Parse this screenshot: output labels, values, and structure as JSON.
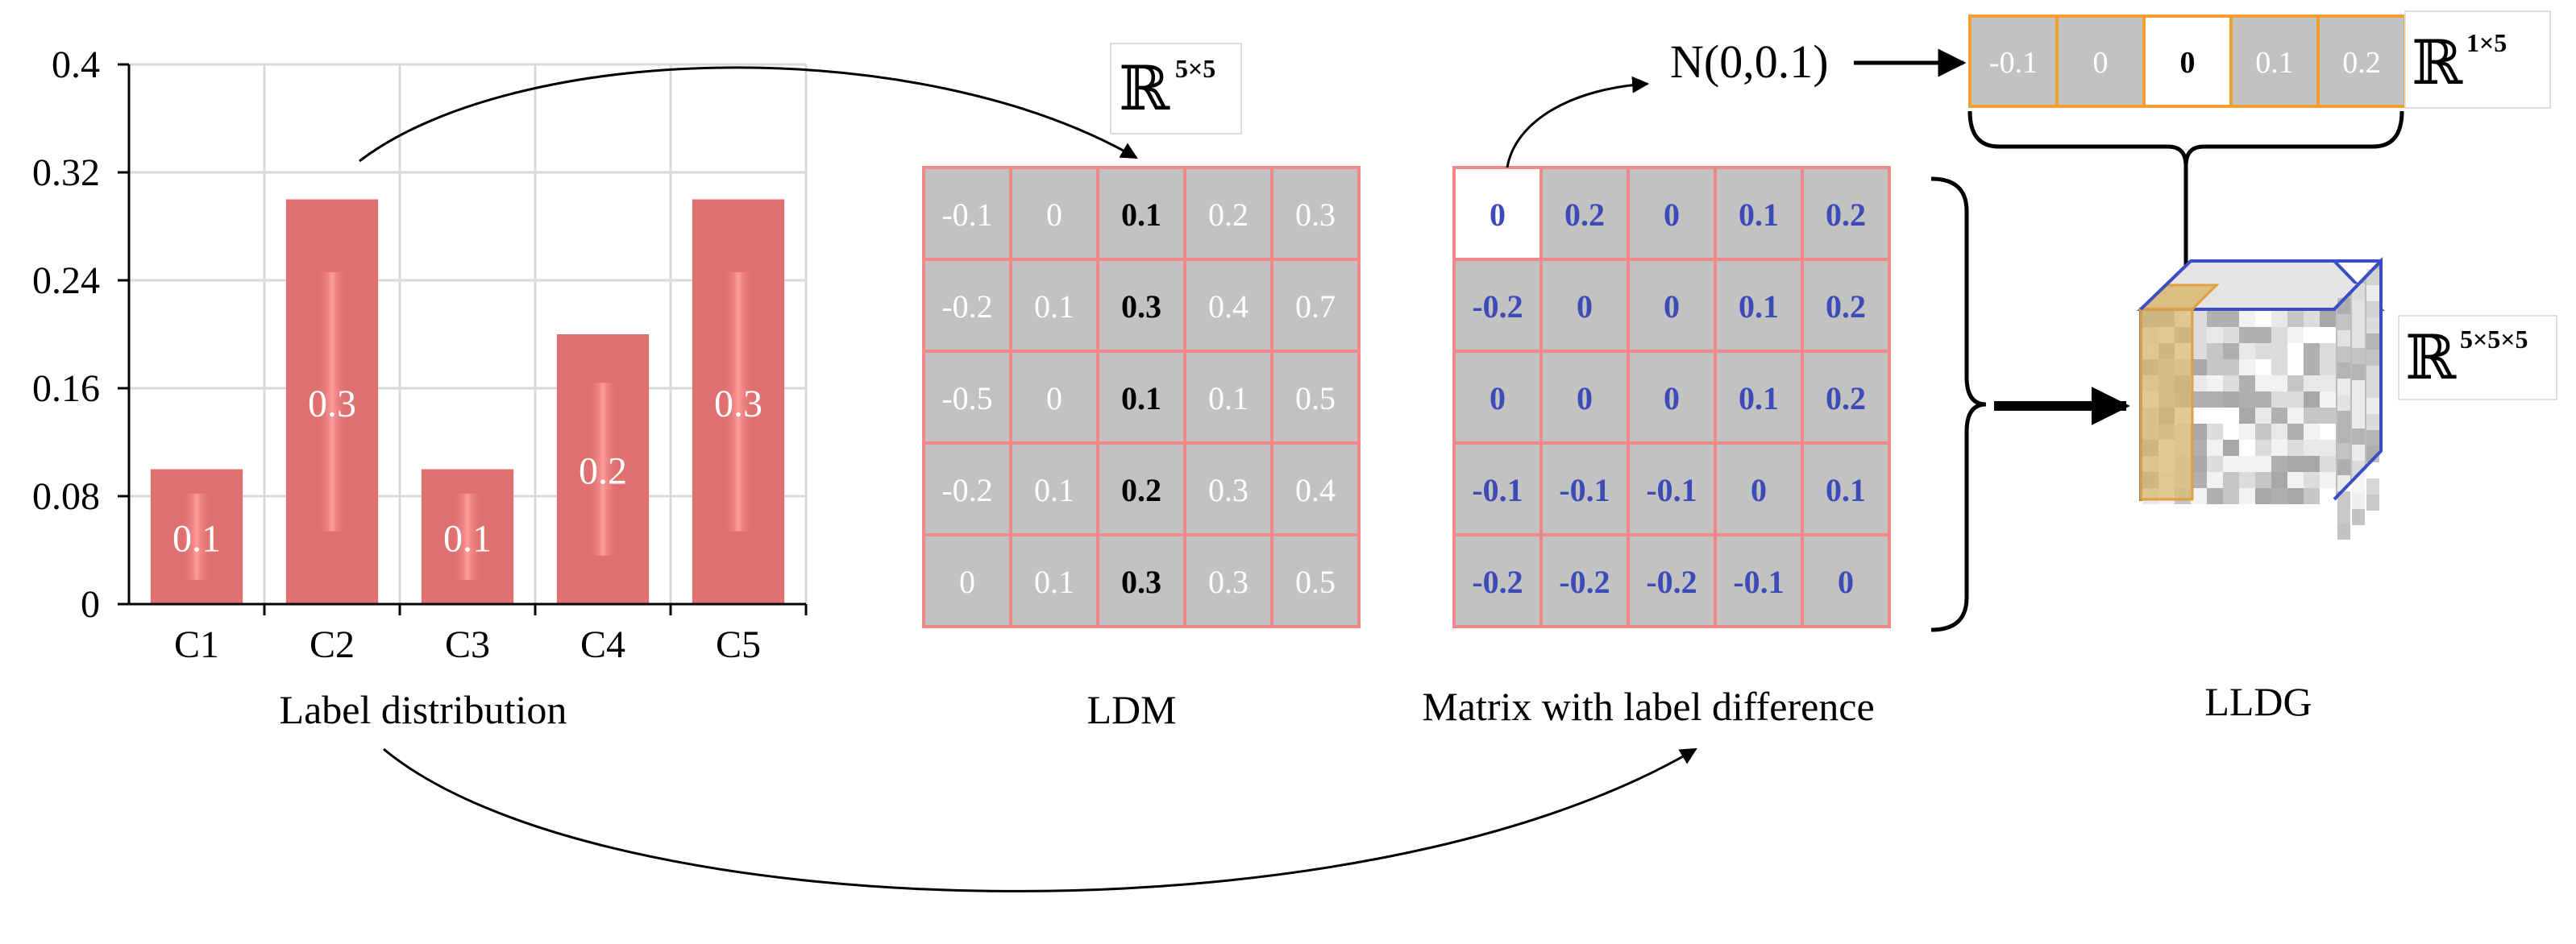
{
  "chart_data": {
    "type": "bar",
    "categories": [
      "C1",
      "C2",
      "C3",
      "C4",
      "C5"
    ],
    "values": [
      0.1,
      0.3,
      0.1,
      0.2,
      0.3
    ],
    "data_labels": [
      "0.1",
      "0.3",
      "0.1",
      "0.2",
      "0.3"
    ],
    "yticks": [
      "0.4",
      "0.32",
      "0.24",
      "0.16",
      "0.08",
      "0"
    ],
    "ylim": [
      0,
      0.4
    ],
    "grid": true,
    "bar_color": "#e07070",
    "xlabel": "Label distribution"
  },
  "ldm": {
    "space": "ℝ",
    "space_exp": "5×5",
    "rows": [
      [
        "-0.1",
        "0",
        "0.1",
        "0.2",
        "0.3"
      ],
      [
        "-0.2",
        "0.1",
        "0.3",
        "0.4",
        "0.7"
      ],
      [
        "-0.5",
        "0",
        "0.1",
        "0.1",
        "0.5"
      ],
      [
        "-0.2",
        "0.1",
        "0.2",
        "0.3",
        "0.4"
      ],
      [
        "0",
        "0.1",
        "0.3",
        "0.3",
        "0.5"
      ]
    ],
    "highlight_col": 2,
    "caption": "LDM"
  },
  "diff_matrix": {
    "rows": [
      [
        "0",
        "0.2",
        "0",
        "0.1",
        "0.2"
      ],
      [
        "-0.2",
        "0",
        "0",
        "0.1",
        "0.2"
      ],
      [
        "0",
        "0",
        "0",
        "0.1",
        "0.2"
      ],
      [
        "-0.1",
        "-0.1",
        "-0.1",
        "0",
        "0.1"
      ],
      [
        "-0.2",
        "-0.2",
        "-0.2",
        "-0.1",
        "0"
      ]
    ],
    "caption": "Matrix with label difference"
  },
  "noise": {
    "label": "N(0,0.1)",
    "cells": [
      "-0.1",
      "0",
      "0",
      "0.1",
      "0.2"
    ],
    "highlight": 2,
    "space": "ℝ",
    "space_exp": "1×5"
  },
  "lldg": {
    "space": "ℝ",
    "space_exp": "5×5×5",
    "caption": "LLDG"
  },
  "colors": {
    "bar": "#e07070",
    "bar_glow": "#ff9a9a",
    "grid_border": "#f08a8a",
    "cell_gray": "#c2c2c2",
    "diff_text": "#3d4bb8",
    "noise_border": "#f0a030",
    "cube_edge": "#3a4fc4"
  }
}
